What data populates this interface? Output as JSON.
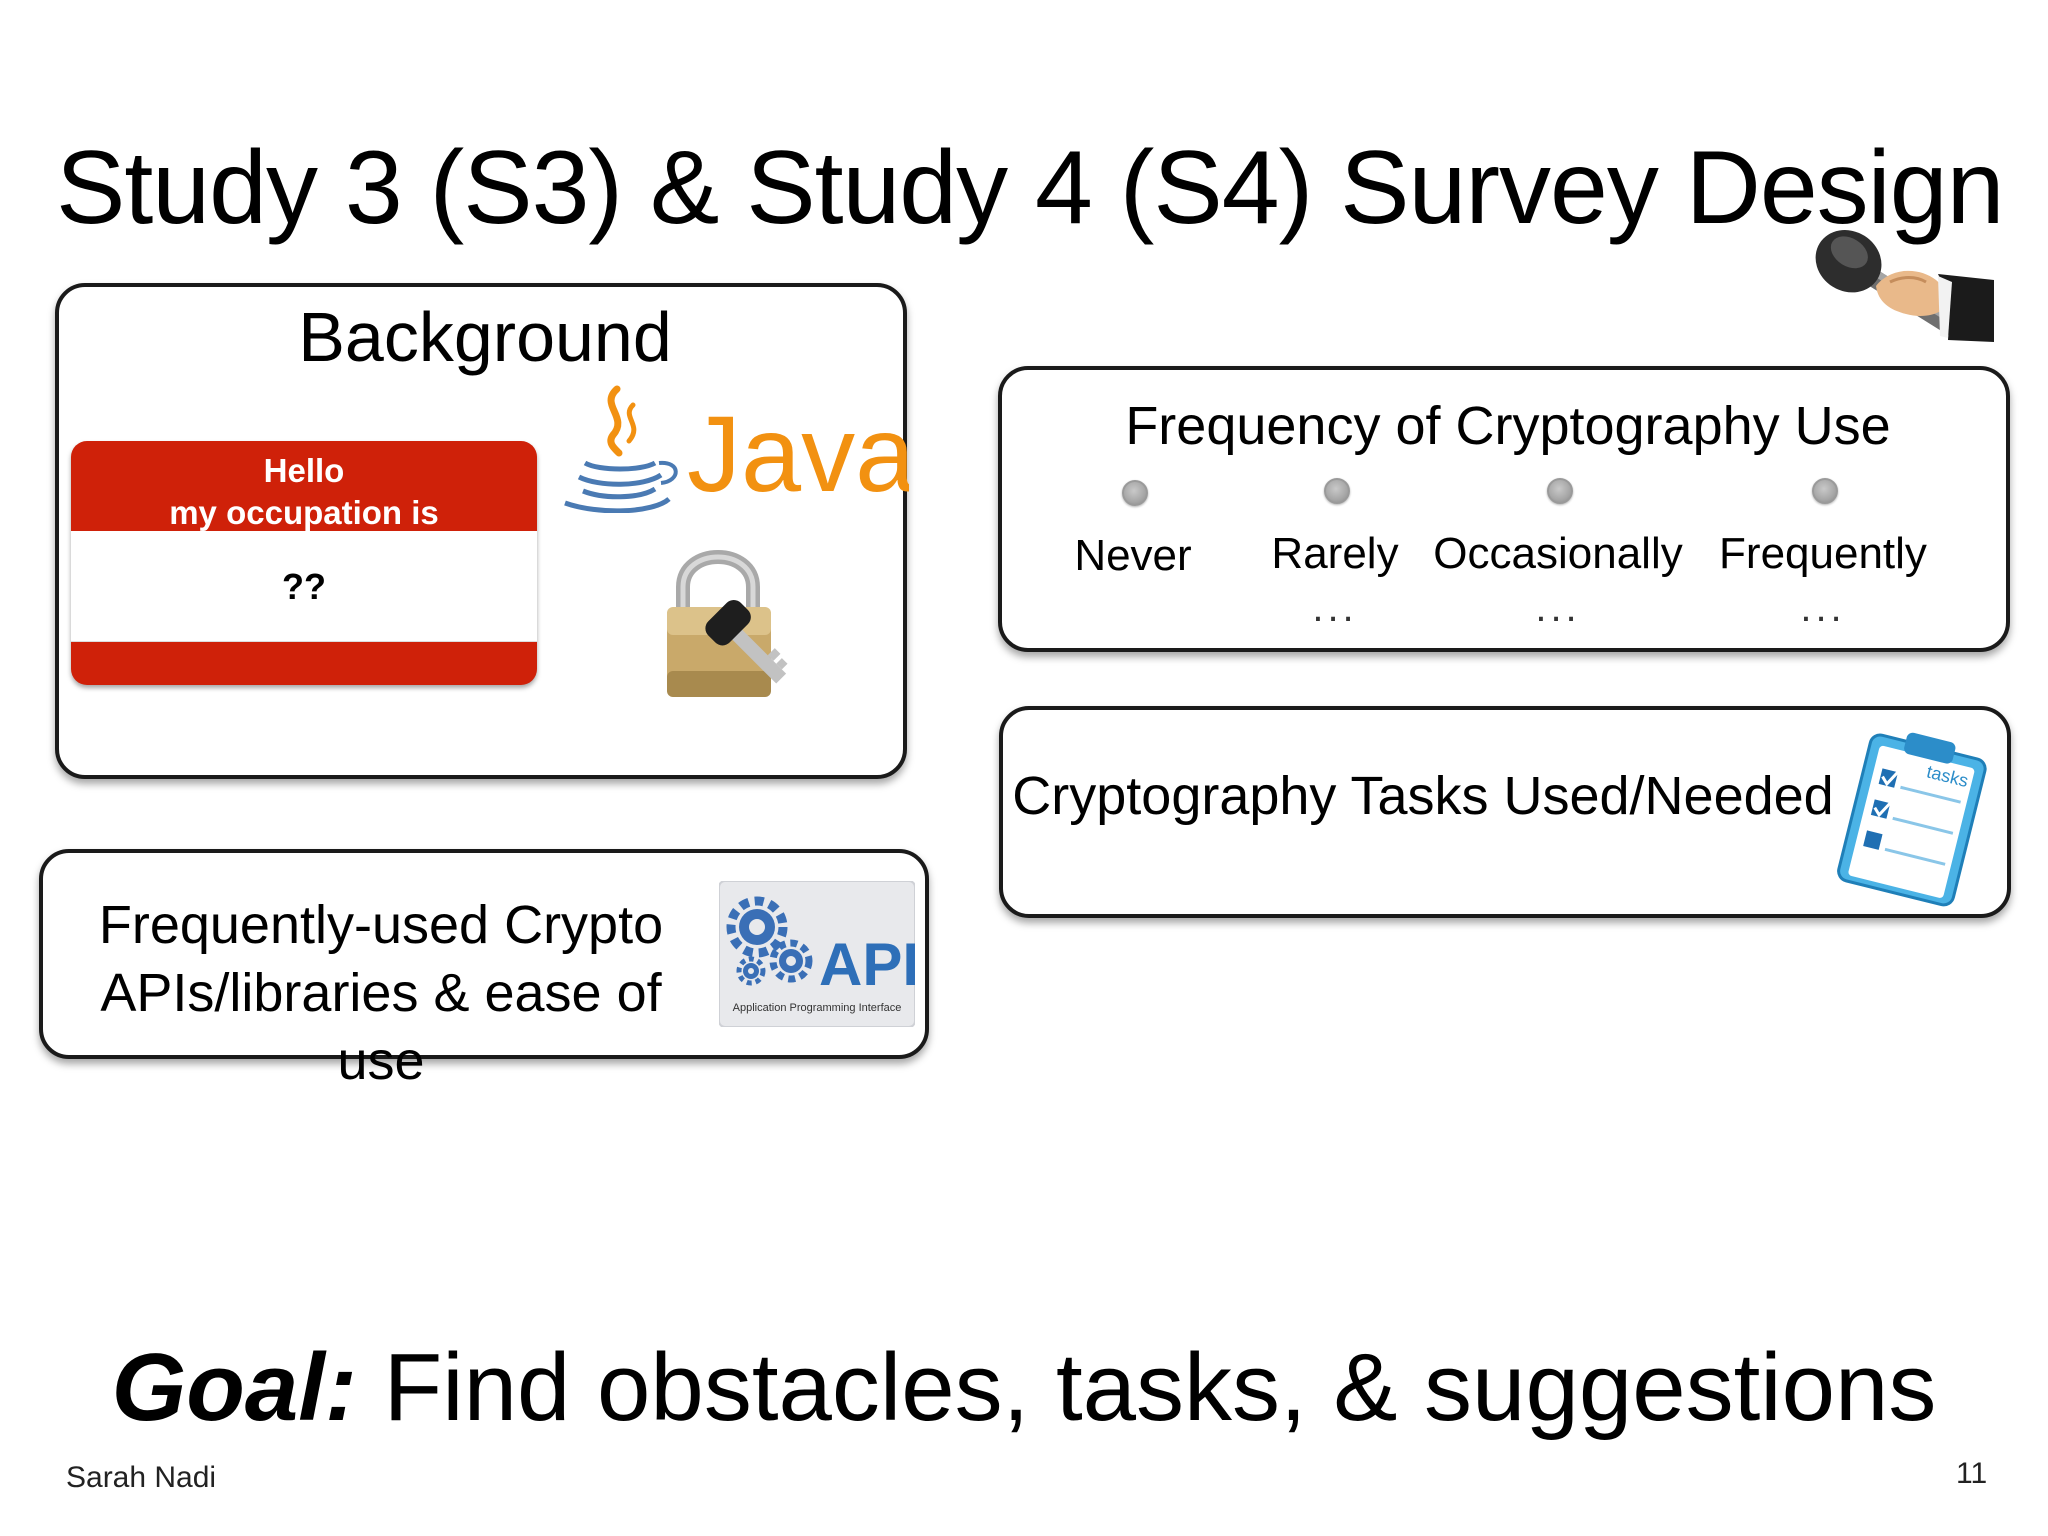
{
  "slide": {
    "title": "Study 3 (S3) & Study 4 (S4) Survey Design",
    "author": "Sarah Nadi",
    "page_number": "11"
  },
  "background_panel": {
    "heading": "Background",
    "nametag": {
      "line1": "Hello",
      "line2": "my occupation is",
      "value": "??"
    },
    "java_logo_text": "Java",
    "icons": [
      "java-logo",
      "lock-and-key-icon"
    ]
  },
  "api_panel": {
    "line1": "Frequently-used Crypto",
    "line2": "APIs/libraries & ease of use",
    "logo_text": "API",
    "logo_subtitle": "Application Programming Interface"
  },
  "frequency_panel": {
    "title": "Frequency of Cryptography Use",
    "options": [
      {
        "label": "Never",
        "dots": ""
      },
      {
        "label": "Rarely",
        "dots": "..."
      },
      {
        "label": "Occasionally",
        "dots": "..."
      },
      {
        "label": "Frequently",
        "dots": "..."
      }
    ]
  },
  "tasks_panel": {
    "text": "Cryptography Tasks Used/Needed",
    "icon_text": "tasks"
  },
  "goal": {
    "label": "Goal:",
    "text": " Find obstacles, tasks, & suggestions"
  },
  "colors": {
    "nametag_red": "#cf2109",
    "java_orange": "#f29111",
    "java_blue": "#4a7ab3",
    "api_blue": "#2e6fb8"
  }
}
